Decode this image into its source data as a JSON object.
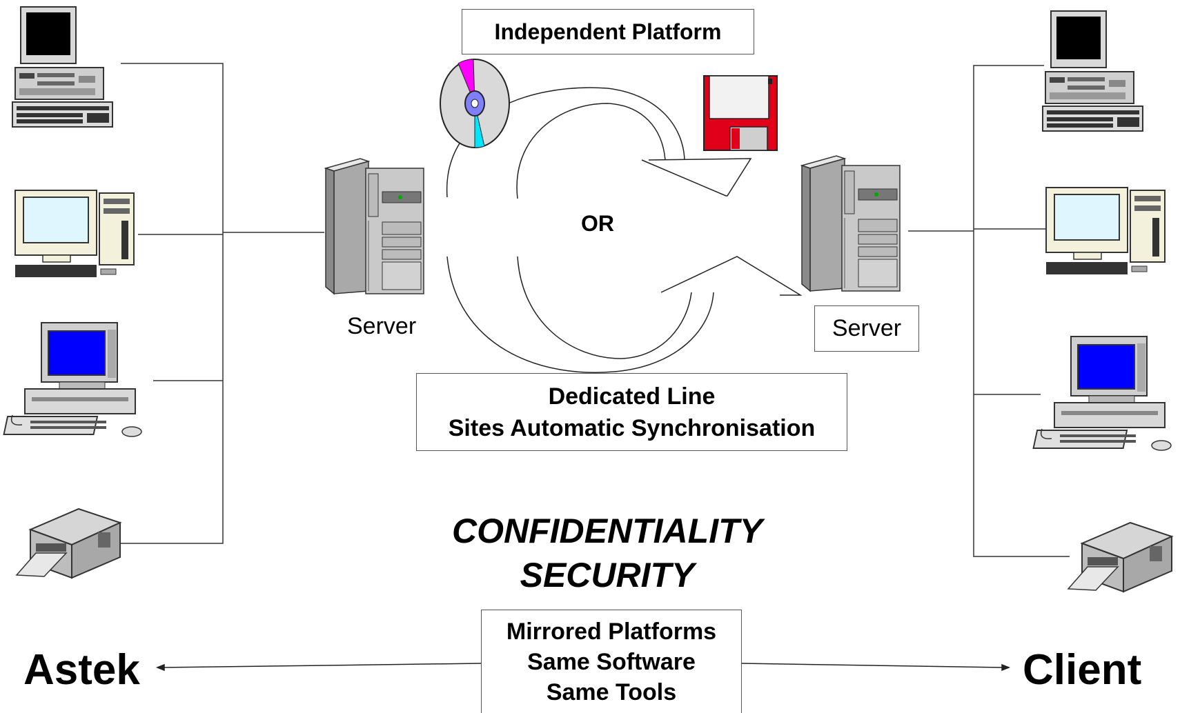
{
  "diagram": {
    "top_box": "Independent Platform",
    "or_label": "OR",
    "left_server_label": "Server",
    "right_server_label": "Server",
    "dedicated_box": {
      "line1": "Dedicated Line",
      "line2": "Sites Automatic Synchronisation"
    },
    "headline": {
      "line1": "CONFIDENTIALITY",
      "line2": "SECURITY"
    },
    "mirror_box": {
      "line1": "Mirrored Platforms",
      "line2": "Same Software",
      "line3": "Same Tools"
    },
    "left_site": "Astek",
    "right_site": "Client"
  },
  "colors": {
    "screen_blue": "#0000ff",
    "screen_light": "#dff6ff",
    "floppy_red": "#e0001a",
    "device_gray": "#c8c8c8",
    "cd_magenta": "#ff00ff",
    "cd_cyan": "#00e5ff"
  },
  "icons": {
    "left_devices": [
      "desktop-computer-icon",
      "desktop-computer-icon",
      "workstation-computer-icon",
      "printer-icon"
    ],
    "right_devices": [
      "desktop-computer-icon",
      "desktop-computer-icon",
      "workstation-computer-icon",
      "printer-icon"
    ],
    "media": [
      "cd-disc-icon",
      "floppy-disk-icon"
    ],
    "servers": [
      "server-tower-icon",
      "server-tower-icon"
    ]
  }
}
